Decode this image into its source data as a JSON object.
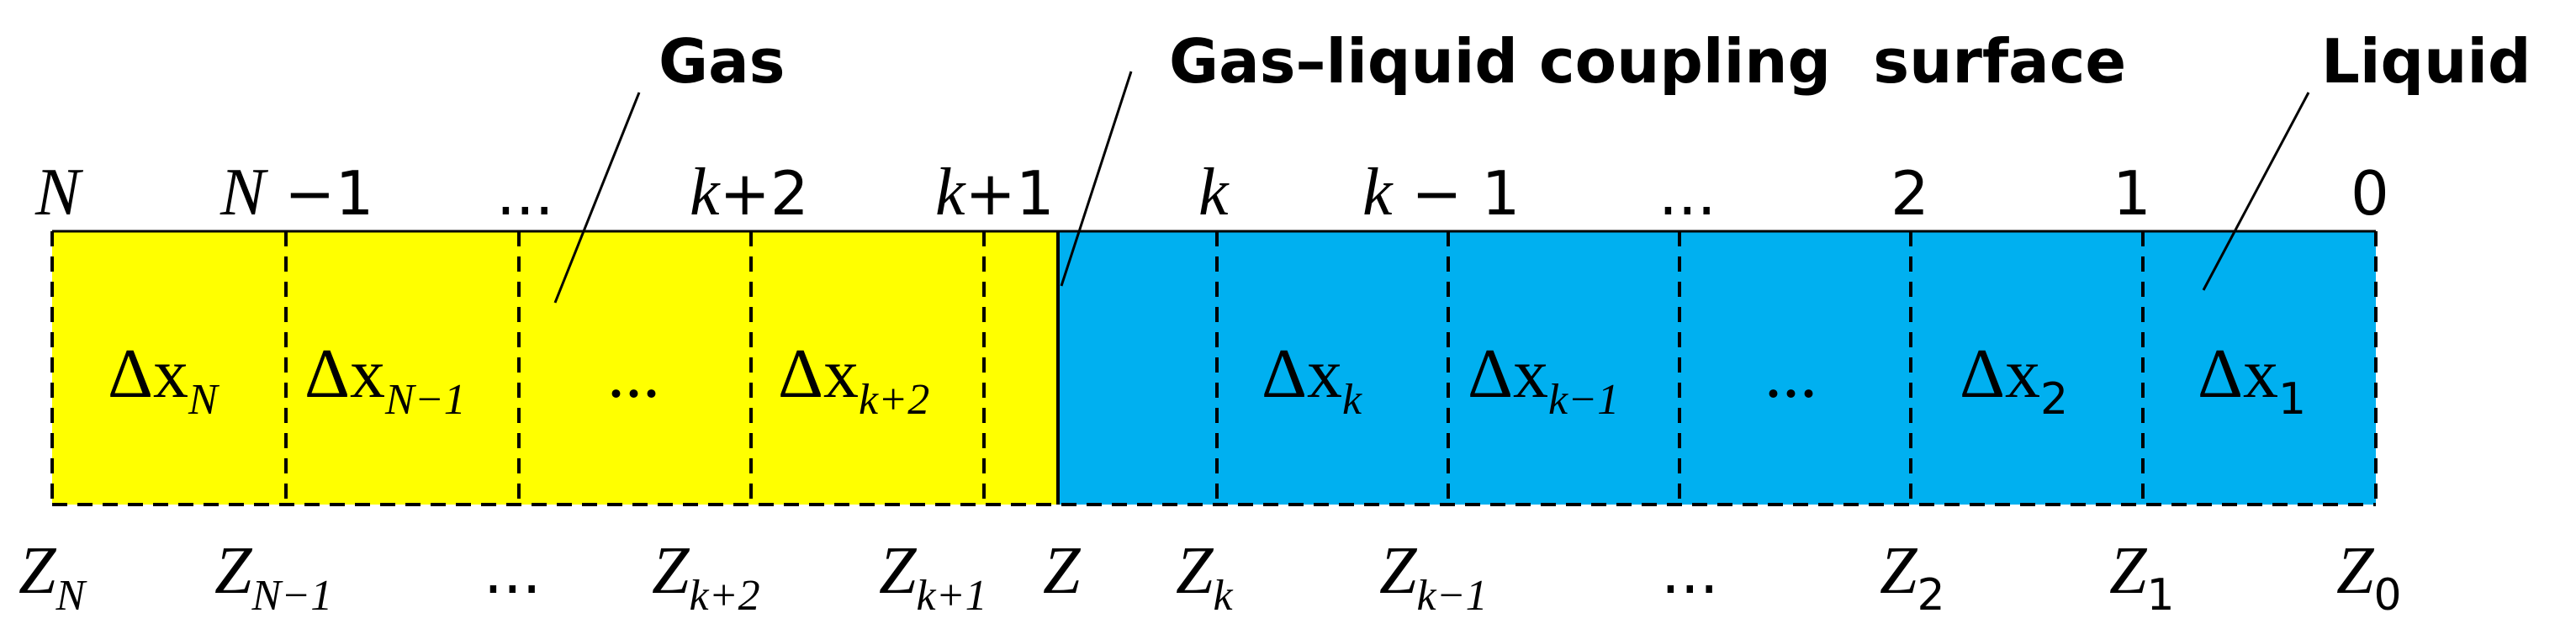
{
  "labels": {
    "gas": "Gas",
    "coupling": "Gas–liquid coupling  surface",
    "liquid": "Liquid"
  },
  "colors": {
    "gas": "#ffff00",
    "liquid": "#00b0f0",
    "line": "#000000"
  },
  "node_labels": [
    {
      "main": "N",
      "rest": ""
    },
    {
      "main": "N",
      "rest": " −1"
    },
    {
      "main": "",
      "rest": "..."
    },
    {
      "main": "k",
      "rest": "+2"
    },
    {
      "main": "k",
      "rest": "+1"
    },
    {
      "main": "k",
      "rest": ""
    },
    {
      "main": "k",
      "rest": " − 1"
    },
    {
      "main": "",
      "rest": "..."
    },
    {
      "main": "",
      "rest": "2"
    },
    {
      "main": "",
      "rest": "1"
    },
    {
      "main": "",
      "rest": "0"
    }
  ],
  "cell_labels": [
    {
      "base": "Δx",
      "sub": "N"
    },
    {
      "base": "Δx",
      "sub": "N−1"
    },
    {
      "base": "...",
      "sub": ""
    },
    {
      "base": "Δx",
      "sub": "k+2"
    },
    {
      "base": "Δx",
      "sub": "k"
    },
    {
      "base": "Δx",
      "sub": "k−1"
    },
    {
      "base": "...",
      "sub": ""
    },
    {
      "base": "Δx",
      "sub": "2"
    },
    {
      "base": "Δx",
      "sub": "1"
    }
  ],
  "z_labels": [
    {
      "base": "Z",
      "sub": "N"
    },
    {
      "base": "Z",
      "sub": "N−1"
    },
    {
      "base": "...",
      "sub": ""
    },
    {
      "base": "Z",
      "sub": "k+2"
    },
    {
      "base": "Z",
      "sub": "k+1"
    },
    {
      "base": "Z",
      "sub": ""
    },
    {
      "base": "Z",
      "sub": "k"
    },
    {
      "base": "Z",
      "sub": "k−1"
    },
    {
      "base": "...",
      "sub": ""
    },
    {
      "base": "Z",
      "sub": "2"
    },
    {
      "base": "Z",
      "sub": "1"
    },
    {
      "base": "Z",
      "sub": "0"
    }
  ]
}
